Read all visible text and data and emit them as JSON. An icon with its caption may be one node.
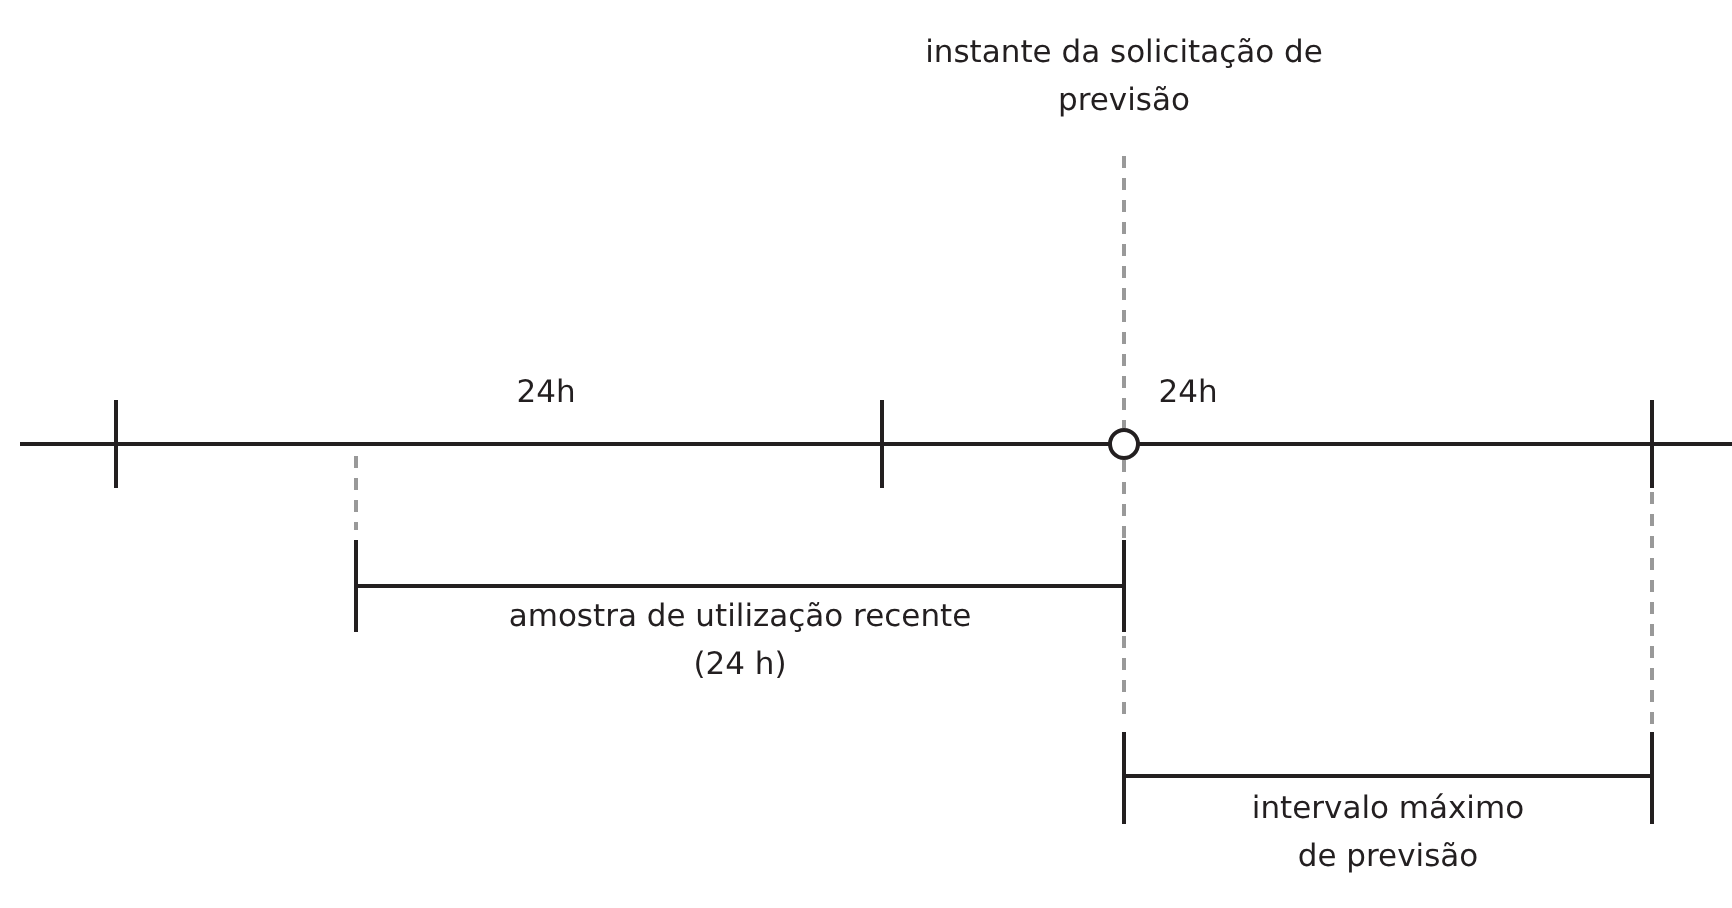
{
  "diagram": {
    "labels": [
      "instante da solicitação de previsão",
      "24h",
      "24h",
      "amostra de utilização recente (24 h)",
      "intervalo máximo de previsão"
    ]
  }
}
